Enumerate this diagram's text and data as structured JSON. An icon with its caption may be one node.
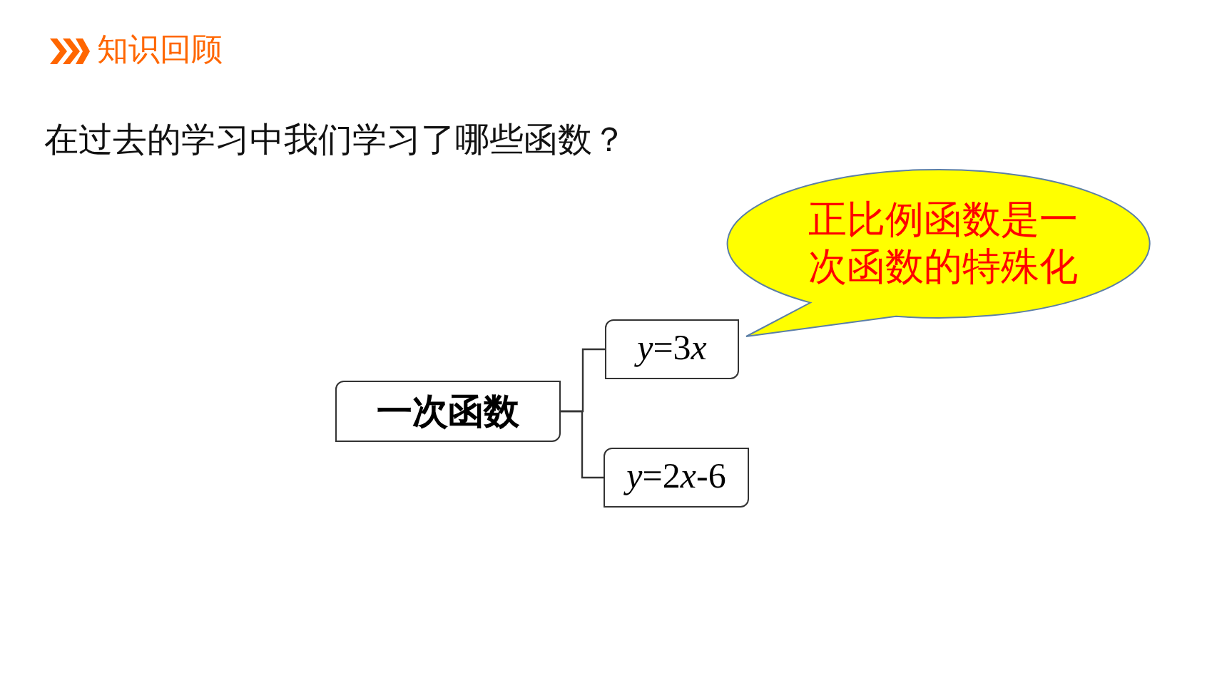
{
  "diagram": {
    "title": "知识回顾",
    "nodes": [
      {
        "text": [
          "一次函数"
        ]
      },
      {
        "text": [
          "y=3x"
        ]
      },
      {
        "text": [
          "y=2x-6"
        ]
      },
      {
        "text": [
          "正比例函数是一次函数的特殊化"
        ]
      }
    ],
    "edges": [
      {
        "from": 0,
        "to": 1,
        "arrow": "none"
      },
      {
        "from": 0,
        "to": 2,
        "arrow": "none"
      }
    ],
    "labels": [
      "在过去的学习中我们学习了哪些函数？"
    ]
  }
}
